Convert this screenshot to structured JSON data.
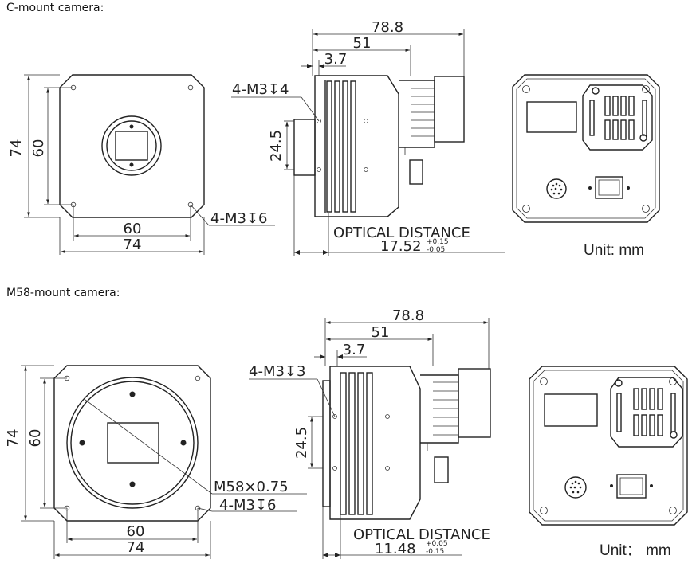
{
  "sections": [
    {
      "title": "C-mount camera:",
      "dims": {
        "front_height_outer": "74",
        "front_height_inner": "60",
        "front_width_inner": "60",
        "front_width_outer": "74",
        "front_screw": "4-M3↧6",
        "side_total": "78.8",
        "side_body": "51",
        "side_flange": "3.7",
        "side_screw": "4-M3↧4",
        "side_mount_height": "24.5",
        "optical_label": "OPTICAL DISTANCE",
        "optical_value": "17.52",
        "tol_plus": "+0.15",
        "tol_minus": "-0.05"
      },
      "unit": "Unit: mm"
    },
    {
      "title": "M58-mount camera:",
      "dims": {
        "front_height_outer": "74",
        "front_height_inner": "60",
        "front_width_inner": "60",
        "front_width_outer": "74",
        "front_thread": "M58×0.75",
        "front_screw": "4-M3↧6",
        "side_total": "78.8",
        "side_body": "51",
        "side_flange": "3.7",
        "side_screw": "4-M3↧3",
        "side_mount_height": "24.5",
        "optical_label": "OPTICAL DISTANCE",
        "optical_value": "11.48",
        "tol_plus": "+0.05",
        "tol_minus": "-0.15"
      },
      "unit": "Unit： mm"
    }
  ]
}
